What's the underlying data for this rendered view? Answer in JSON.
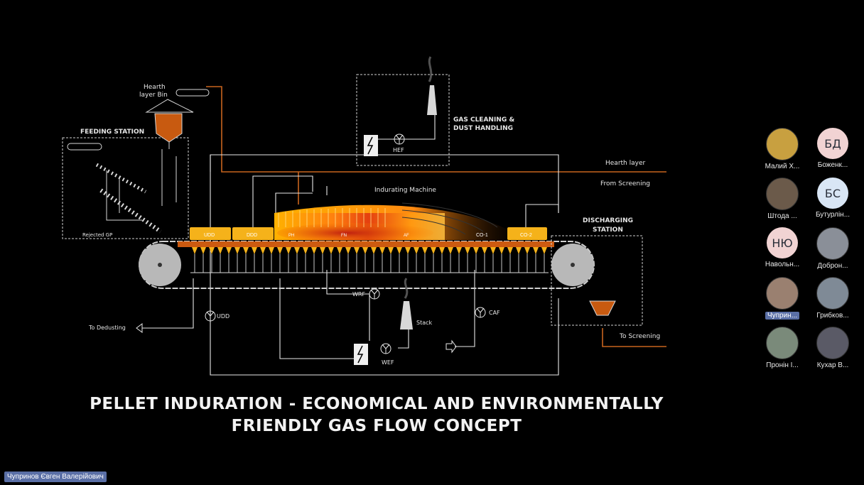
{
  "slide": {
    "title_line1": "PELLET INDURATION - ECONOMICAL AND ENVIRONMENTALLY",
    "title_line2": "FRIENDLY GAS FLOW CONCEPT"
  },
  "diagram": {
    "feeding_station": "FEEDING STATION",
    "hearth_bin_1": "Hearth",
    "hearth_bin_2": "layer Bin",
    "rejected_gp": "Rejected GP",
    "gas_cleaning_1": "GAS CLEANING &",
    "gas_cleaning_2": "DUST HANDLING",
    "hef": "HEF",
    "hearth_layer": "Hearth layer",
    "from_screening": "From Screening",
    "indurating_machine": "Indurating Machine",
    "zones": [
      "UDD",
      "DDD",
      "PH",
      "FN",
      "AF",
      "CO-1",
      "CO-2"
    ],
    "discharging_1": "DISCHARGING",
    "discharging_2": "STATION",
    "to_dedusting": "To Dedusting",
    "udd_fan": "UDD",
    "wrf": "WRF",
    "stack": "Stack",
    "caf": "CAF",
    "wef": "WEF",
    "to_screening": "To Screening"
  },
  "participants": [
    {
      "name": "Малий Х...",
      "initials": "",
      "bg": "#c8a040"
    },
    {
      "name": "Боженк...",
      "initials": "БД",
      "bg": "#f1d3d3"
    },
    {
      "name": "Штода ...",
      "initials": "",
      "bg": "#6b5a4a"
    },
    {
      "name": "Бутурлін...",
      "initials": "БС",
      "bg": "#d9e6f5"
    },
    {
      "name": "Навольн...",
      "initials": "НЮ",
      "bg": "#f1d3d3"
    },
    {
      "name": "Доброн...",
      "initials": "",
      "bg": "#8a8f98"
    },
    {
      "name": "Чуприн...",
      "initials": "",
      "bg": "#9a8070",
      "active": true
    },
    {
      "name": "Грибков...",
      "initials": "",
      "bg": "#7f8a96"
    },
    {
      "name": "Пронін І...",
      "initials": "",
      "bg": "#7a8a7a"
    },
    {
      "name": "Кухар В...",
      "initials": "",
      "bg": "#5a5a66"
    }
  ],
  "speaker": "Чупринов Євген Валерійович",
  "colors": {
    "accent_tag": "#5a6fa6",
    "zone_fill": "#f5b21a",
    "pipe_orange": "#c8641e"
  }
}
